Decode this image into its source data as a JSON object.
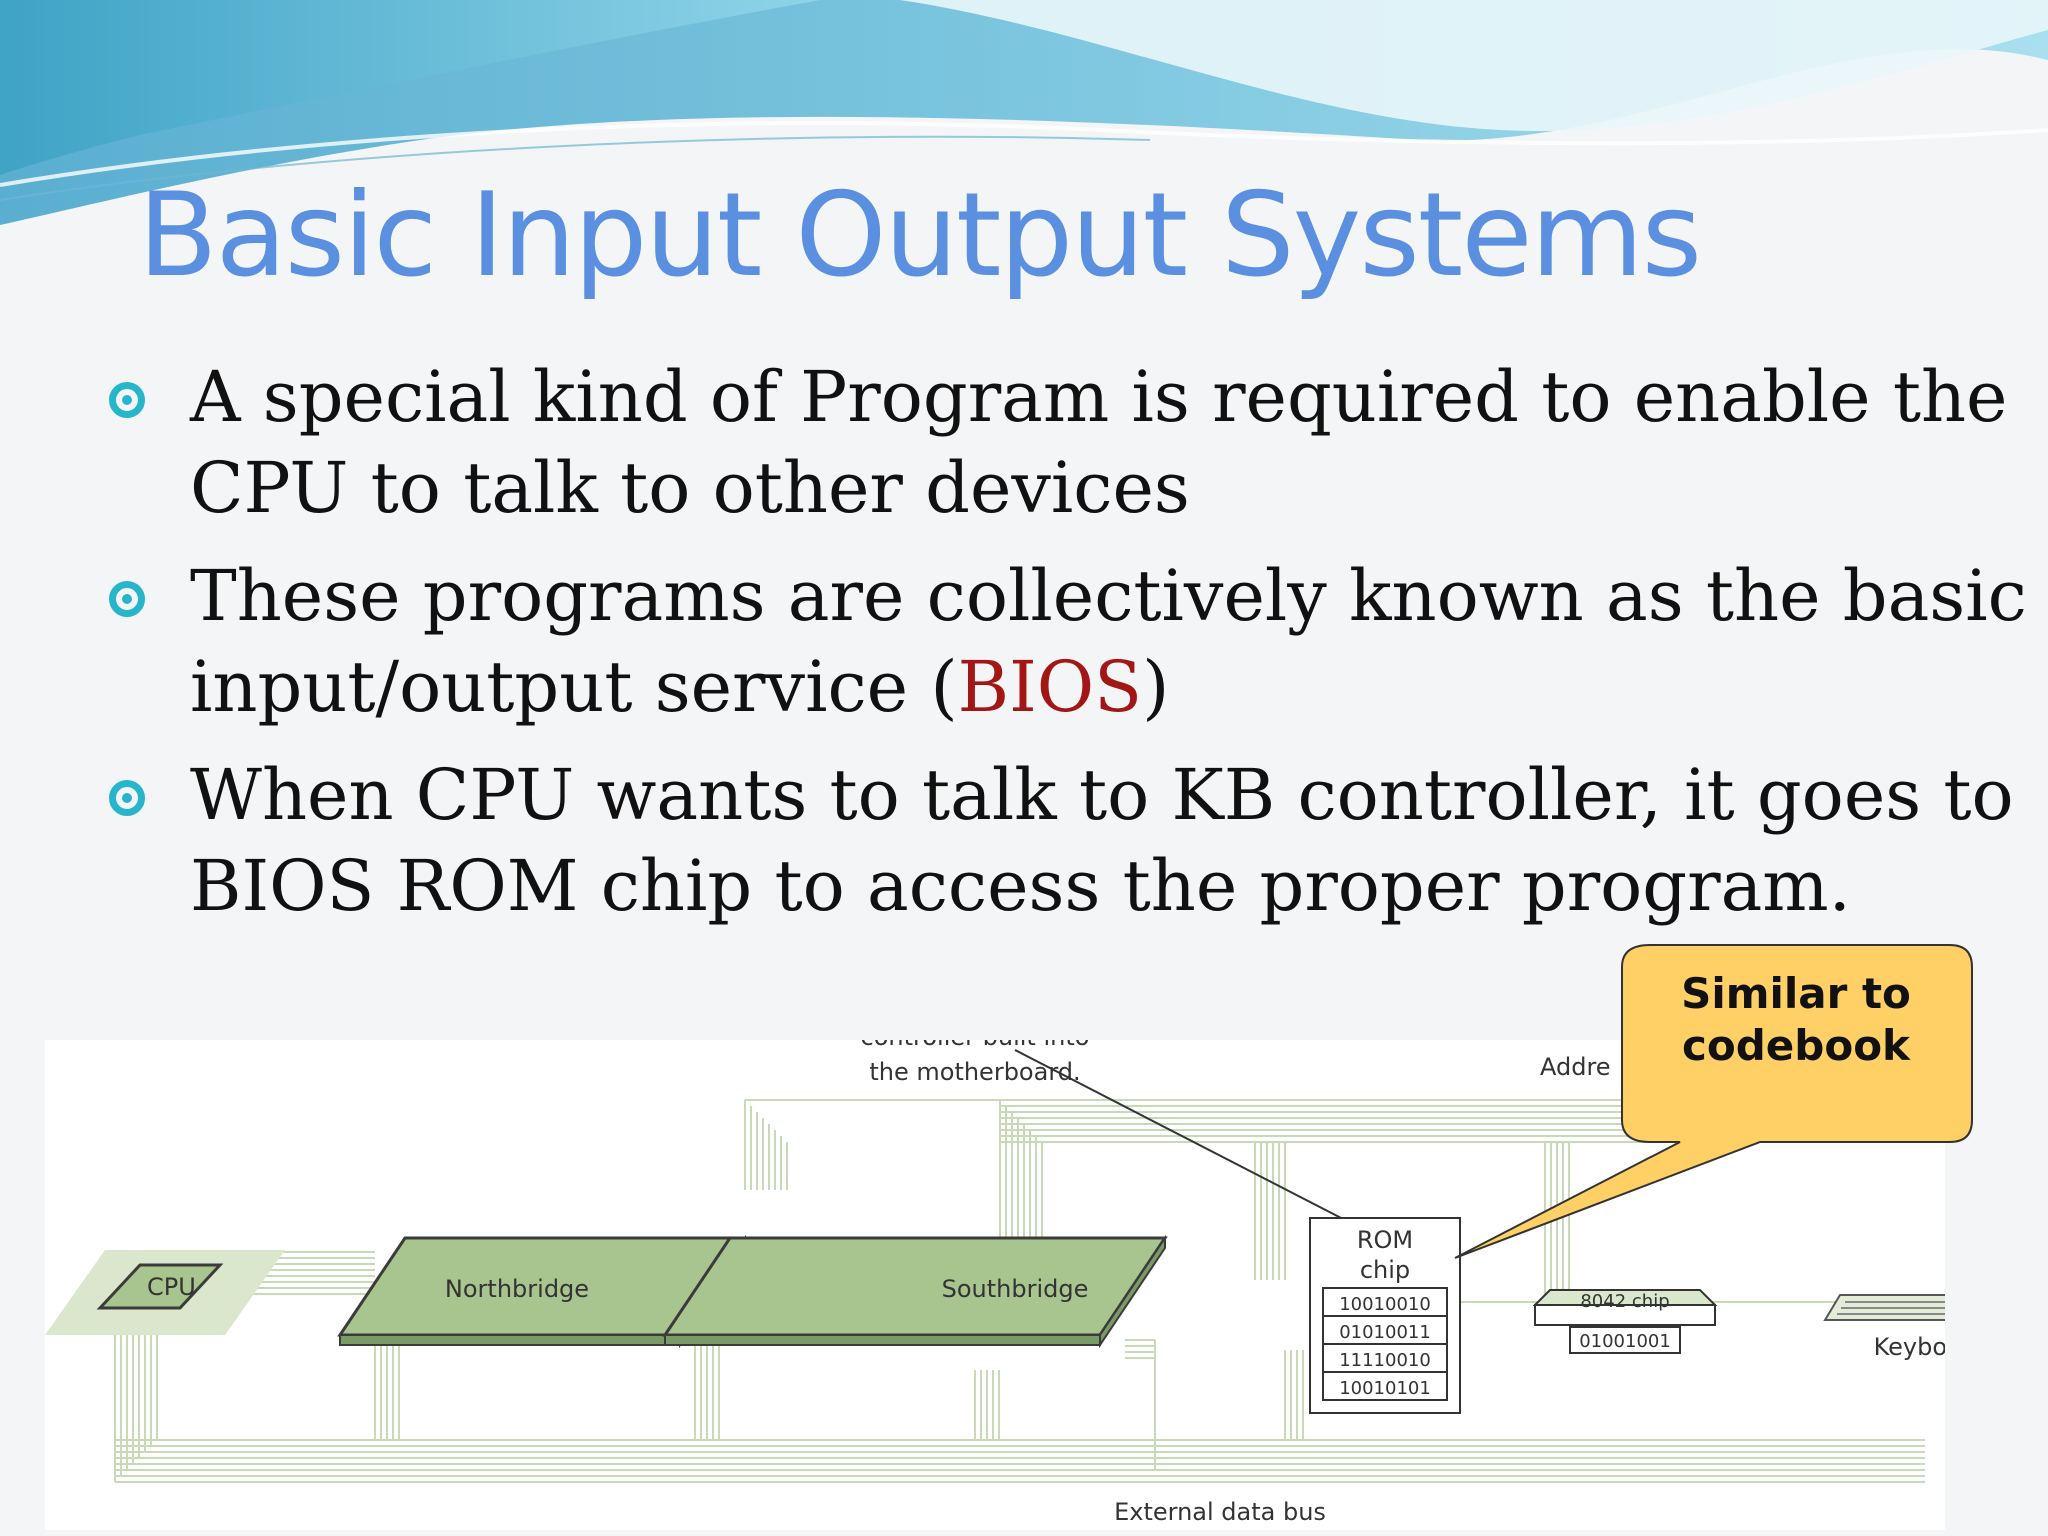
{
  "slide": {
    "title": "Basic Input Output Systems",
    "bullets": [
      {
        "text": "A special kind of Program is required to enable the CPU to talk to other devices"
      },
      {
        "before": "These programs are collectively known as the basic input/output service (",
        "highlight": "BIOS",
        "after": ")"
      },
      {
        "text": "When CPU wants to talk to KB controller, it goes to BIOS ROM chip to access the proper program."
      }
    ]
  },
  "diagram": {
    "caption_top_cut": "controller built into",
    "caption_top": "the motherboard.",
    "address_label": "Addre",
    "cpu_label": "CPU",
    "northbridge_label": "Northbridge",
    "southbridge_label": "Southbridge",
    "rom_label_1": "ROM",
    "rom_label_2": "chip",
    "rom_values": [
      "10010010",
      "01010011",
      "11110010",
      "10010101"
    ],
    "chip8042_label": "8042 chip",
    "chip8042_value": "01001001",
    "keyboard_label": "Keyboard",
    "bus_label": "External data bus"
  },
  "callout": {
    "line1": "Similar to",
    "line2": "codebook",
    "fill": "#ffd066"
  },
  "colors": {
    "title": "#5b8fe0",
    "bullet": "#27b5cc",
    "highlight": "#a31616",
    "board": "#a9c58f",
    "wire": "#c8d9b6"
  }
}
